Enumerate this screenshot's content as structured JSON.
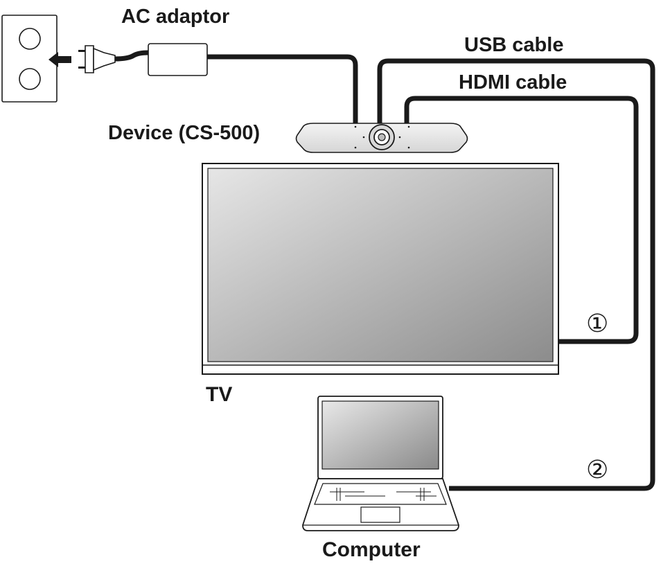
{
  "labels": {
    "ac_adaptor": "AC adaptor",
    "usb_cable": "USB cable",
    "hdmi_cable": "HDMI cable",
    "device": "Device (CS-500)",
    "tv": "TV",
    "computer": "Computer",
    "marker_1": "①",
    "marker_2": "②"
  },
  "colors": {
    "line": "#1a1a1a",
    "screen_light": "#e4e4e4",
    "screen_dark": "#8a8a8a",
    "device_body": "#ebebeb"
  },
  "icons": [
    "wall-outlet-icon",
    "power-plug-icon",
    "arrow-left-icon",
    "camera-lens-icon"
  ]
}
